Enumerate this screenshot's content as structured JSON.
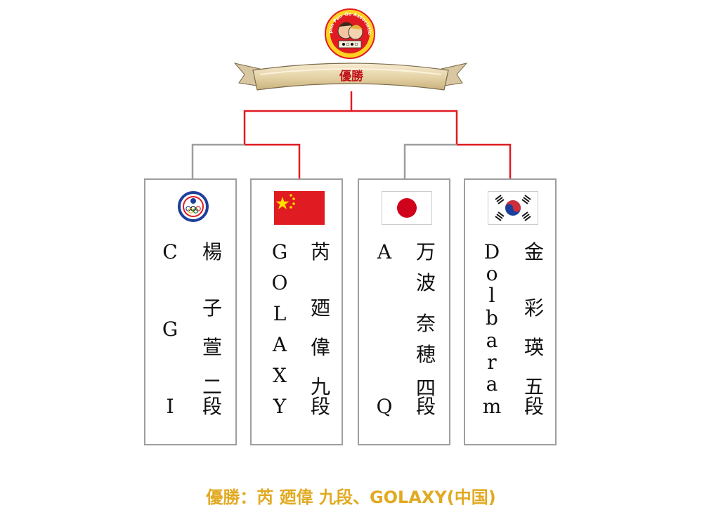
{
  "logo": {
    "text": "Japan Pair Go Association"
  },
  "banner": {
    "label": "優勝"
  },
  "colors": {
    "winner_line": "#e01b22",
    "loser_line": "#9e9e9e",
    "footer": "#e1aa22"
  },
  "teams": [
    {
      "flag": "chinese-taipei-olympic-flag-icon",
      "team_chars": [
        "C",
        "G",
        "I"
      ],
      "player_chars": [
        "楊",
        "子",
        "萱",
        "二",
        "段"
      ]
    },
    {
      "flag": "china-flag-icon",
      "team_chars": [
        "G",
        "O",
        "L",
        "A",
        "X",
        "Y"
      ],
      "player_chars": [
        "芮",
        "廼",
        "偉",
        "九",
        "段"
      ]
    },
    {
      "flag": "japan-flag-icon",
      "team_chars": [
        "A",
        "Q"
      ],
      "player_chars": [
        "万",
        "波",
        "奈",
        "穂",
        "四",
        "段"
      ]
    },
    {
      "flag": "korea-flag-icon",
      "team_chars": [
        "D",
        "o",
        "l",
        "b",
        "a",
        "r",
        "a",
        "m"
      ],
      "player_chars": [
        "金",
        "彩",
        "瑛",
        "五",
        "段"
      ]
    }
  ],
  "footer": {
    "text": "優勝：芮 廼偉 九段、GOLAXY(中国)"
  }
}
